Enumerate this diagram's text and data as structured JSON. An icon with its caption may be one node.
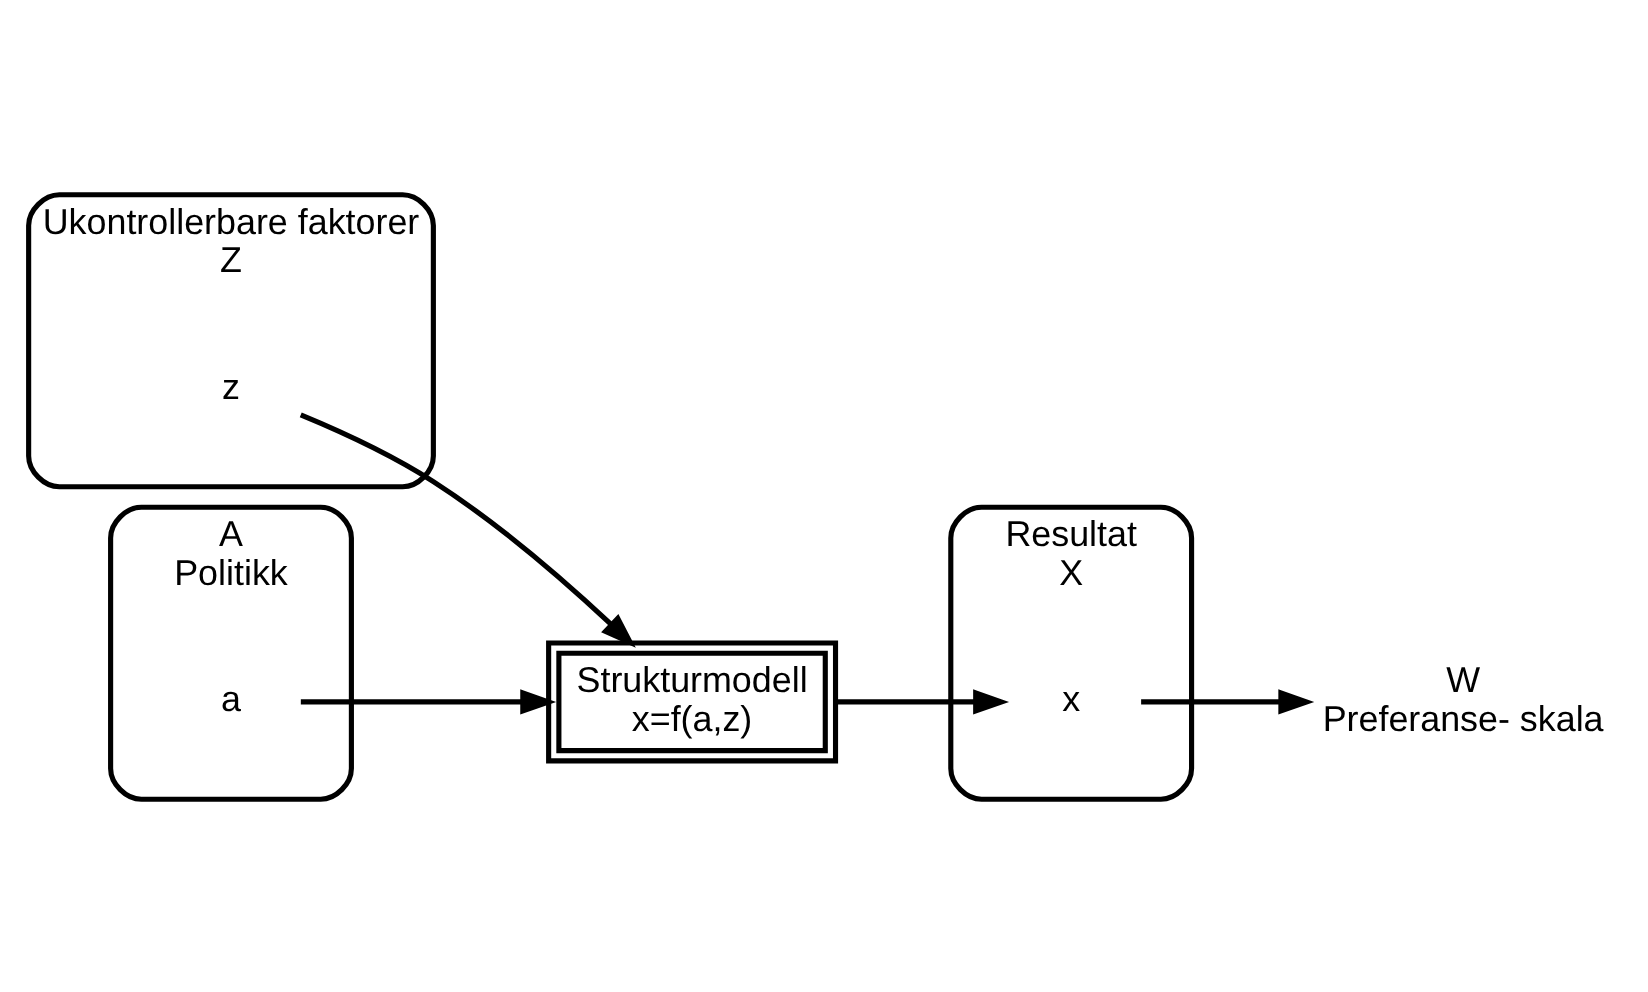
{
  "diagram": {
    "nodes": [
      {
        "text": [
          "Ukontrollerbare faktorer",
          "Z"
        ]
      },
      {
        "text": [
          "z"
        ],
        "in": 0
      },
      {
        "text": [
          "A",
          "Politikk"
        ]
      },
      {
        "text": [
          "a"
        ],
        "in": 2
      },
      {
        "text": [
          "Strukturmodell",
          "x=f(a,z)"
        ]
      },
      {
        "text": [
          "Resultat",
          "X"
        ]
      },
      {
        "text": [
          "x"
        ],
        "in": 5
      },
      {
        "text": [
          "W",
          "Preferanse- skala"
        ]
      }
    ],
    "edges": [
      {
        "from": 1,
        "to": 4,
        "arrow": "to"
      },
      {
        "from": 3,
        "to": 4,
        "arrow": "to"
      },
      {
        "from": 4,
        "to": 6,
        "arrow": "to"
      },
      {
        "from": 6,
        "to": 7,
        "arrow": "to"
      }
    ]
  }
}
